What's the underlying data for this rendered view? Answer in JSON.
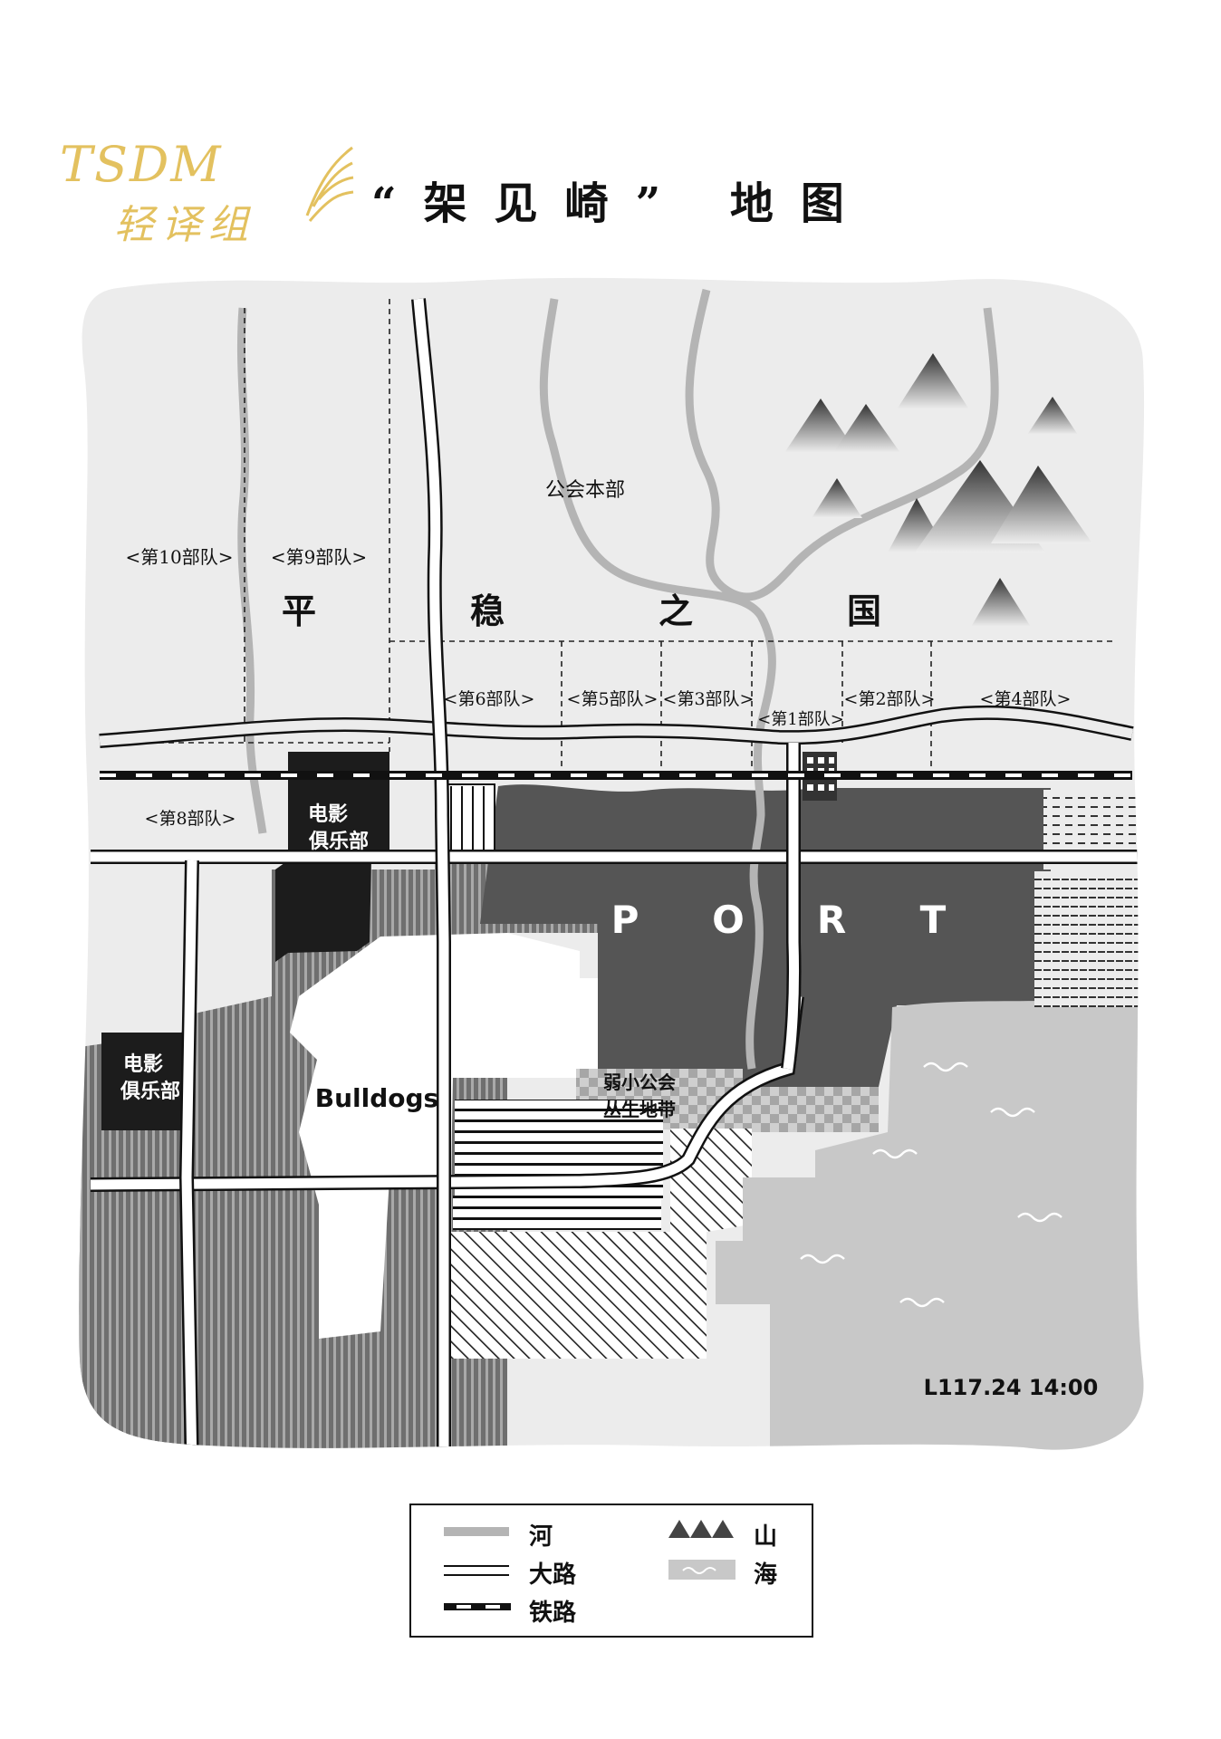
{
  "header": {
    "logo_line1": "TSDM",
    "logo_line2": "轻译组",
    "title": "“架见崎” 地图"
  },
  "map": {
    "country_label": [
      "平",
      "稳",
      "之",
      "国"
    ],
    "guild_hq": "公会本部",
    "teams": {
      "t10": "<第10部队>",
      "t9": "<第9部队>",
      "t6": "<第6部队>",
      "t5": "<第5部队>",
      "t3": "<第3部队>",
      "t1": "<第1部队>",
      "t2": "<第2部队>",
      "t4": "<第4部队>",
      "t8": "<第8部队>"
    },
    "cinema_club_1": [
      "电影",
      "俱乐部"
    ],
    "cinema_club_2": [
      "电影",
      "俱乐部"
    ],
    "port": [
      "P",
      "O",
      "R",
      "T"
    ],
    "bulldogs": "Bulldogs",
    "weak_guilds": [
      "弱小公会",
      "丛生地带"
    ],
    "timestamp": "L117.24 14:00"
  },
  "legend": {
    "river": "河",
    "road": "大路",
    "railway": "铁路",
    "mountain": "山",
    "sea": "海"
  },
  "colors": {
    "land": "#ececec",
    "port": "#555555",
    "sea": "#c8c8c8",
    "river": "#b4b4b4",
    "club": "#1c1c1c",
    "logo_gold": "#e3c15f"
  }
}
